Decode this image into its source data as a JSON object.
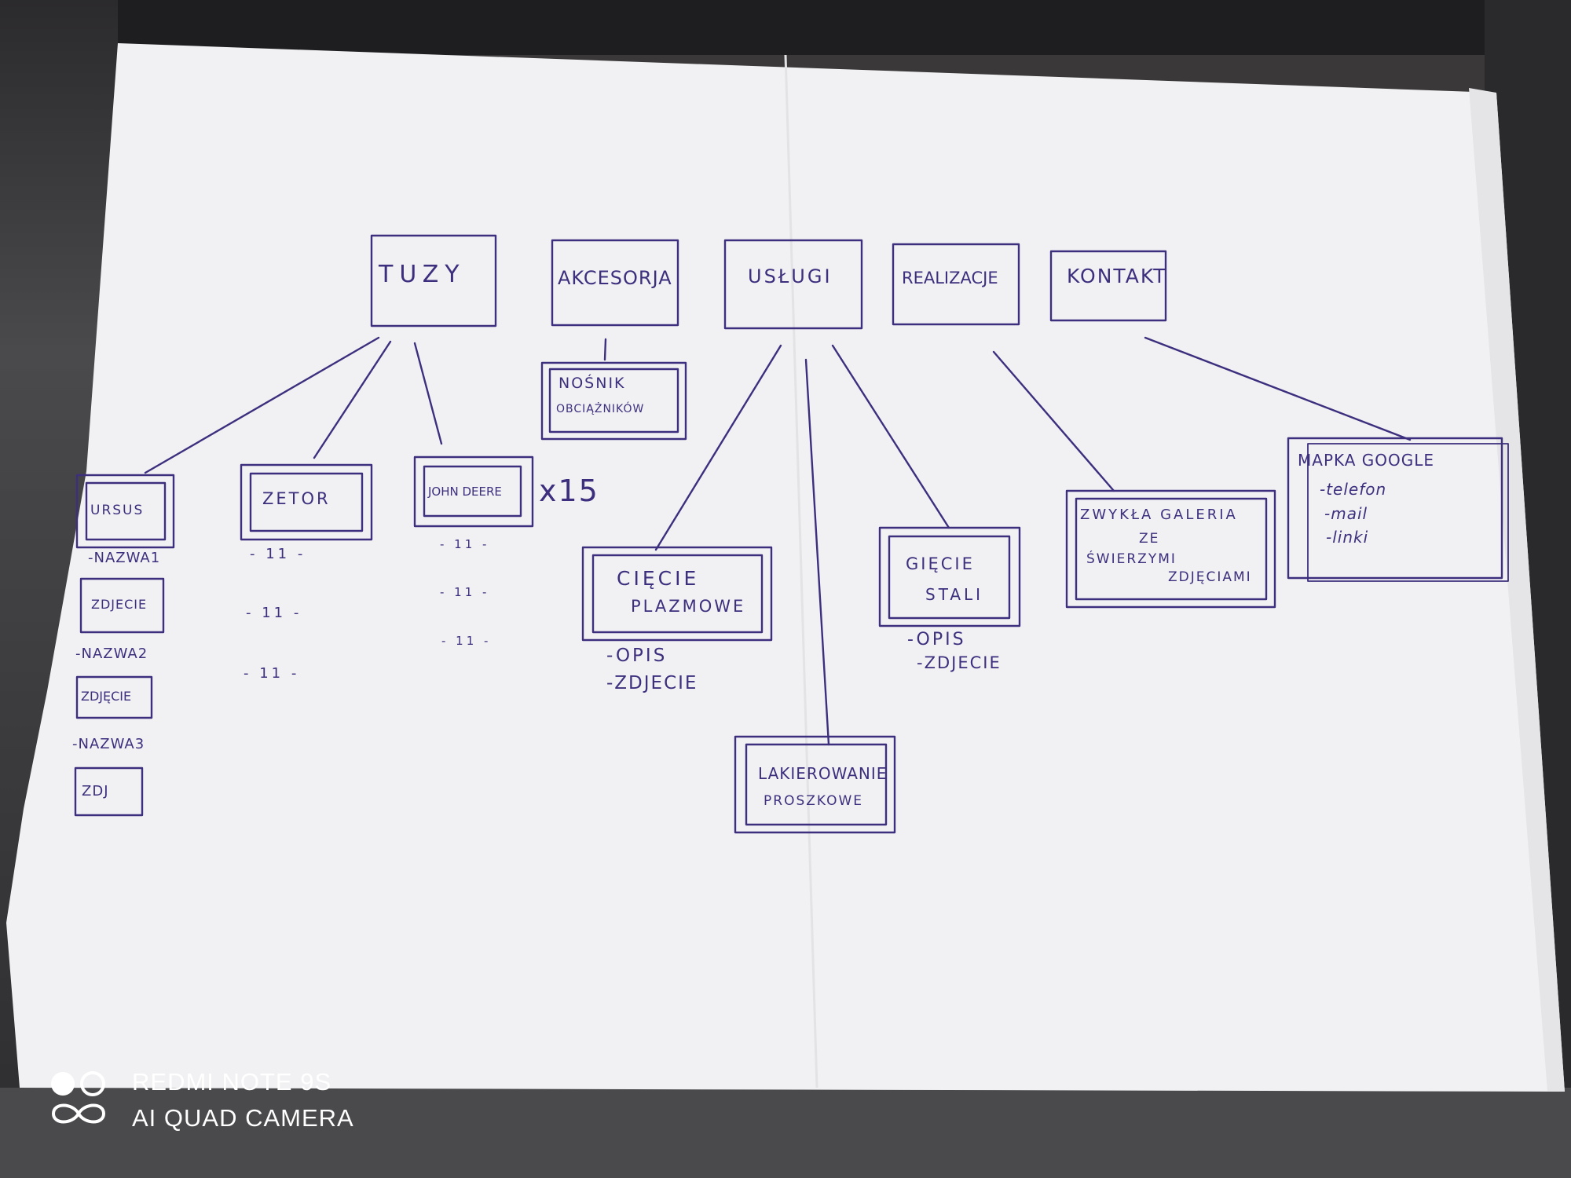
{
  "sitemap": {
    "tuzy": {
      "label": "TUZY",
      "children": [
        {
          "label": "URSUS",
          "items": [
            "-NAZWA1",
            "ZDJECIE",
            "-NAZWA2",
            "ZDJĘCIE",
            "-NAZWA3",
            "ZDJ"
          ]
        },
        {
          "label": "ZETOR",
          "items": [
            "- 11 -",
            "- 11 -",
            "- 11 -"
          ]
        },
        {
          "label": "JOHN DEERE",
          "items": [
            "- 11 -",
            "- 11 -",
            "- 11 -"
          ],
          "multiplier": "x15"
        }
      ]
    },
    "akcesoria": {
      "label": "AKCESORJA",
      "child": {
        "line1": "NOŚNIK",
        "line2": "OBCIĄŻNIKÓW"
      }
    },
    "uslugi": {
      "label": "USŁUGI",
      "children": [
        {
          "line1": "CIĘCIE",
          "line2": "PLAZMOWE",
          "items": [
            "-OPIS",
            "-ZDJECIE"
          ]
        },
        {
          "line1": "LAKIEROWANIE",
          "line2": "PROSZKOWE",
          "items": []
        },
        {
          "line1": "GIĘCIE",
          "line2": "STALI",
          "items": [
            "-OPIS",
            "-ZDJECIE"
          ]
        }
      ]
    },
    "realizacje": {
      "label": "REALIZACJE",
      "child": {
        "line1": "ZWYKŁA GALERIA",
        "line2": "ZE",
        "line3": "ŚWIERZYMI",
        "line4": "ZDJĘCIAMI"
      }
    },
    "kontakt": {
      "label": "KONTAKT",
      "child": {
        "title": "MAPKA GOOGLE",
        "items": [
          "-telefon",
          "-mail",
          "-linki"
        ]
      }
    }
  },
  "watermark": {
    "line1": "REDMI NOTE 9S",
    "line2": "AI QUAD CAMERA"
  },
  "colors": {
    "ink": "#3d2f7e",
    "paper": "#f1f1f3",
    "background": "#3a3838"
  }
}
